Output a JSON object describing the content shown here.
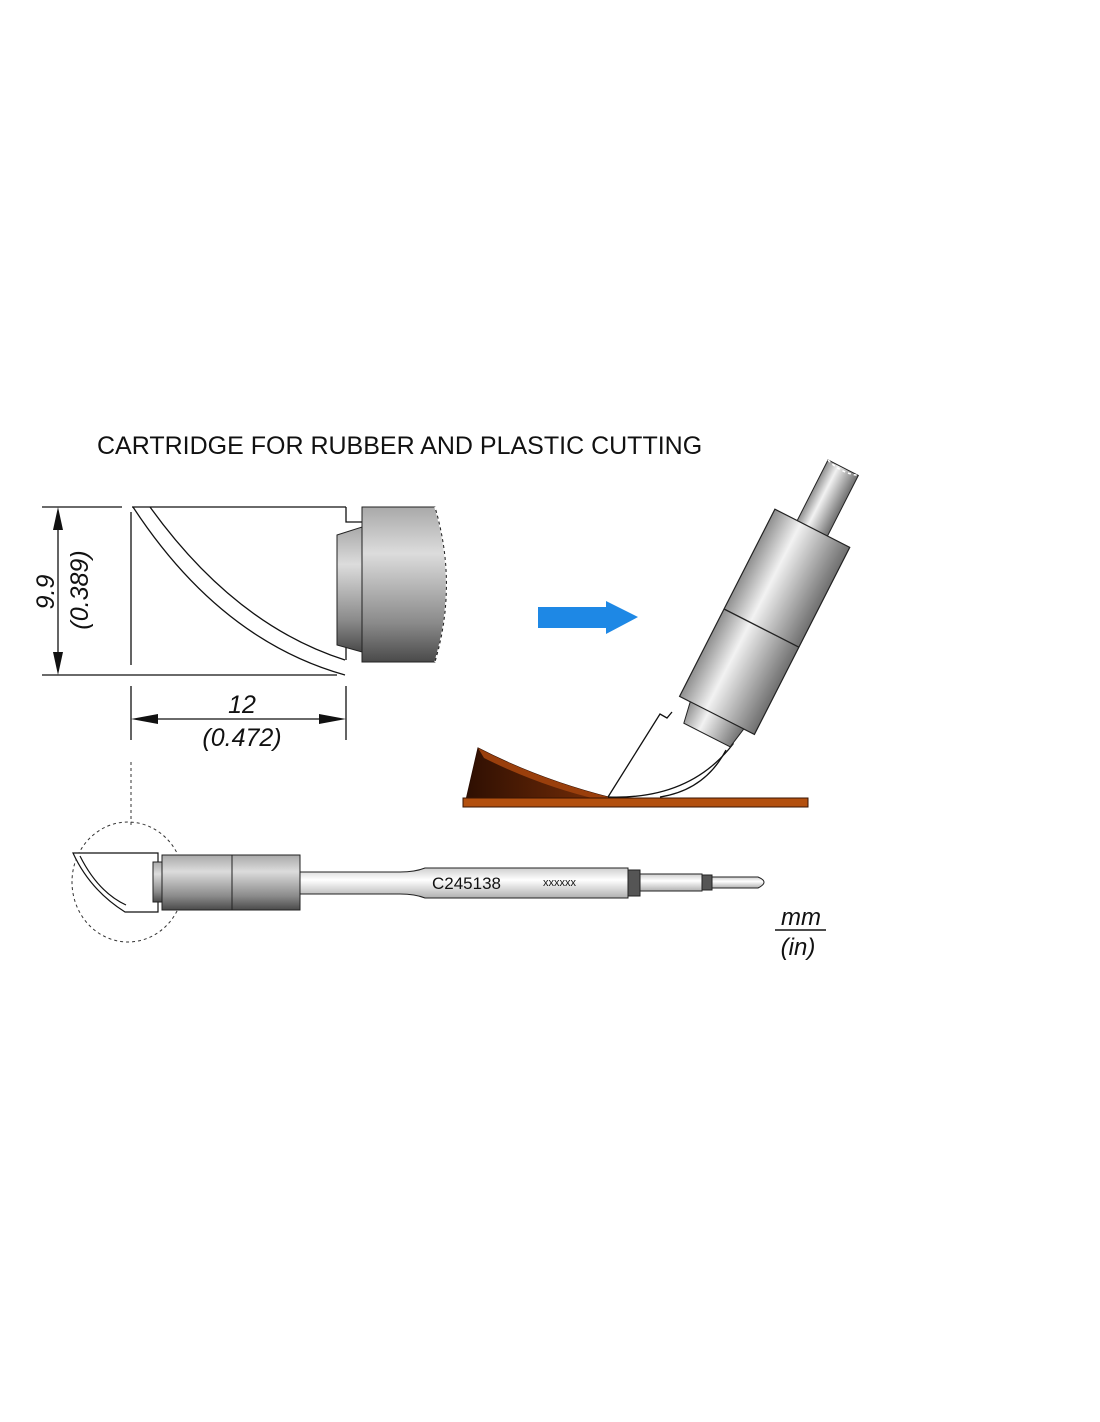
{
  "title": "CARTRIDGE FOR RUBBER AND PLASTIC CUTTING",
  "dimensions": {
    "height_mm": "9.9",
    "height_in": "(0.389)",
    "length_mm": "12",
    "length_in": "(0.472)"
  },
  "cartridge": {
    "part_number": "C245138",
    "serial": "xxxxxx"
  },
  "units": {
    "primary": "mm",
    "secondary": "(in)"
  },
  "colors": {
    "arrow": "#1e88e5",
    "rubber_dark": "#4a1c05",
    "rubber_board": "#b3500f"
  }
}
